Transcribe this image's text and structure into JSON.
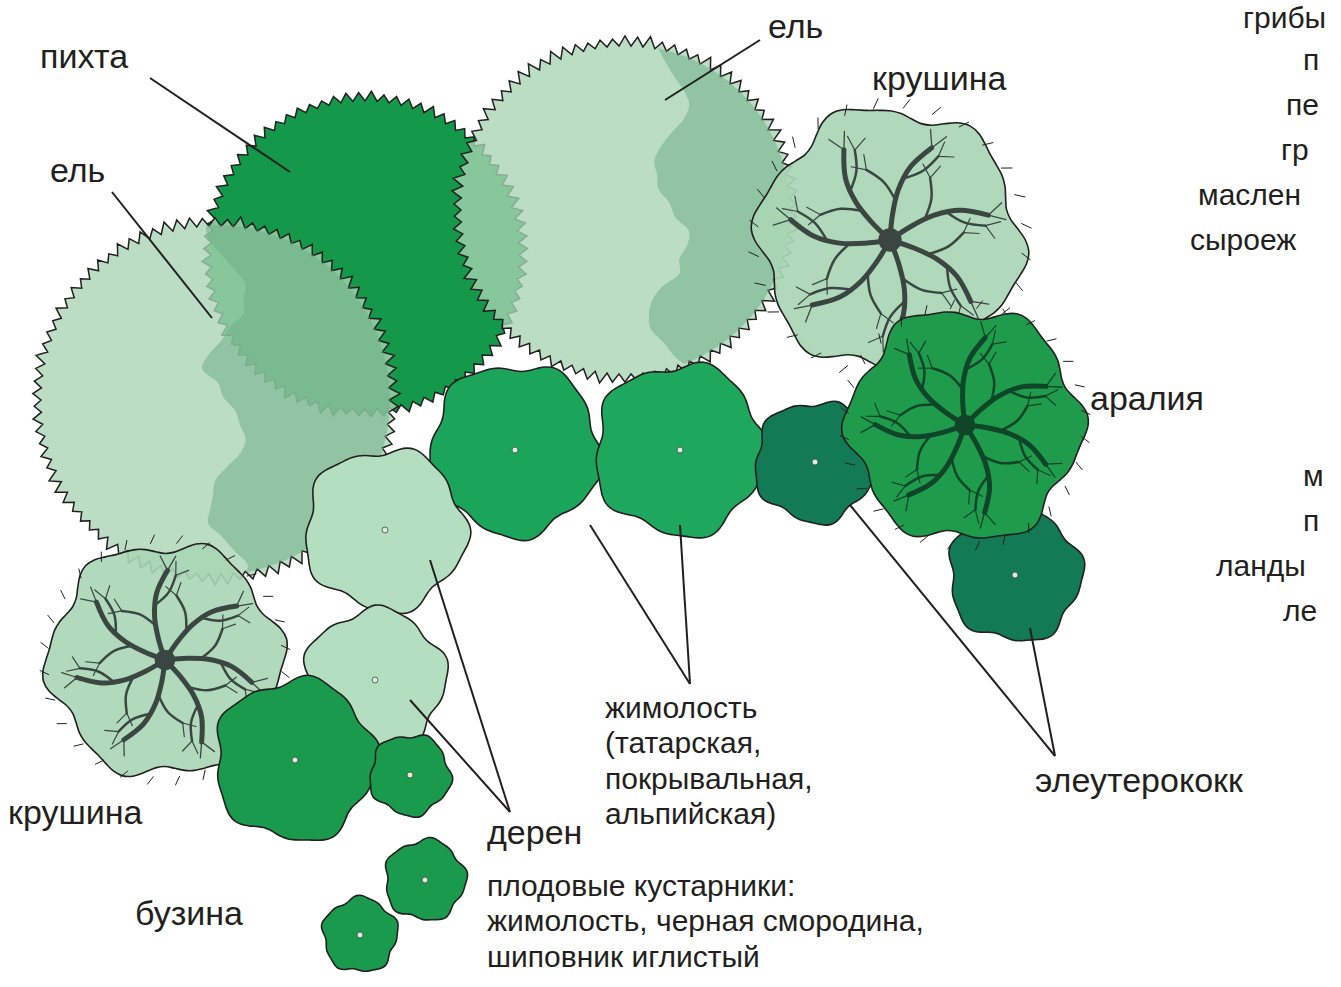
{
  "diagram": {
    "labels": [
      "ель",
      "пихта",
      "крушина",
      "ель",
      "аралия",
      "жимолость (татарская, покрывальная, альпийская)",
      "дерен",
      "элеутерококк",
      "крушина",
      "бузина",
      "плодовые кустарники: жимолость, черная смородина, шиповник иглистый",
      "грибы",
      "п",
      "пе",
      "гр",
      "маслен",
      "сыроеж",
      "м",
      "п",
      "ланды",
      "ле"
    ]
  }
}
